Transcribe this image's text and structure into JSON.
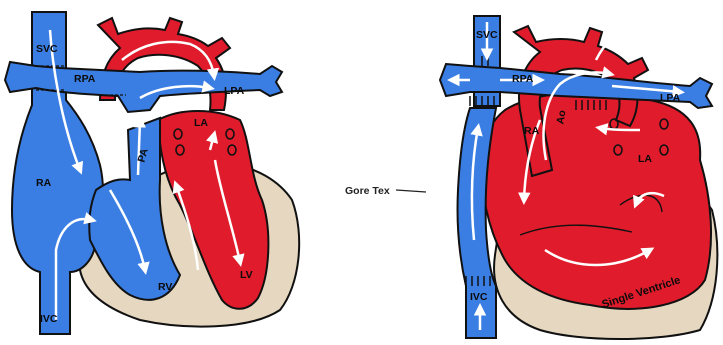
{
  "colors": {
    "deoxygenated": "#3a7ee3",
    "oxygenated": "#e01b2b",
    "tissue": "#e6d8c0",
    "outline": "#111111",
    "flow_arrow": "#ffffff"
  },
  "left_heart": {
    "labels": {
      "svc": "SVC",
      "rpa": "RPA",
      "lpa": "LPA",
      "la": "LA",
      "pa": "PA",
      "ra": "RA",
      "rv": "RV",
      "lv": "LV",
      "ivc": "IVC"
    }
  },
  "right_heart": {
    "labels": {
      "svc": "SVC",
      "rpa": "RPA",
      "lpa": "LPA",
      "ao": "Ao",
      "ra": "RA",
      "la": "LA",
      "ivc": "IVC",
      "single_ventricle": "Single Ventricle"
    },
    "conduit_label": "Gore Tex"
  }
}
